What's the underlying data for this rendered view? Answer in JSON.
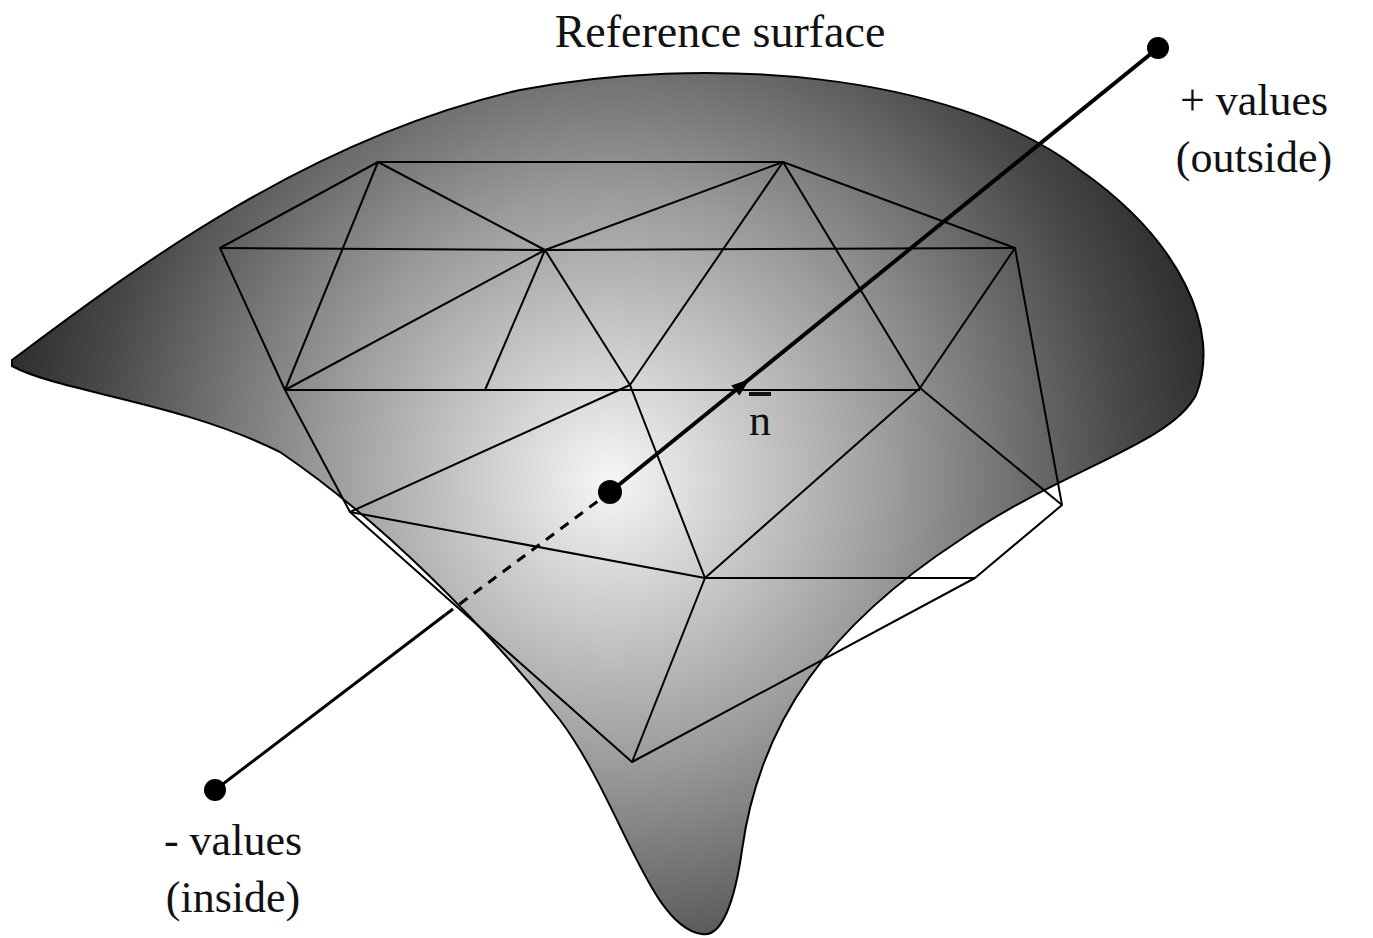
{
  "diagram": {
    "labels": [
      "Reference surface",
      "+ values (outside)",
      "- values (inside)",
      "n"
    ]
  }
}
